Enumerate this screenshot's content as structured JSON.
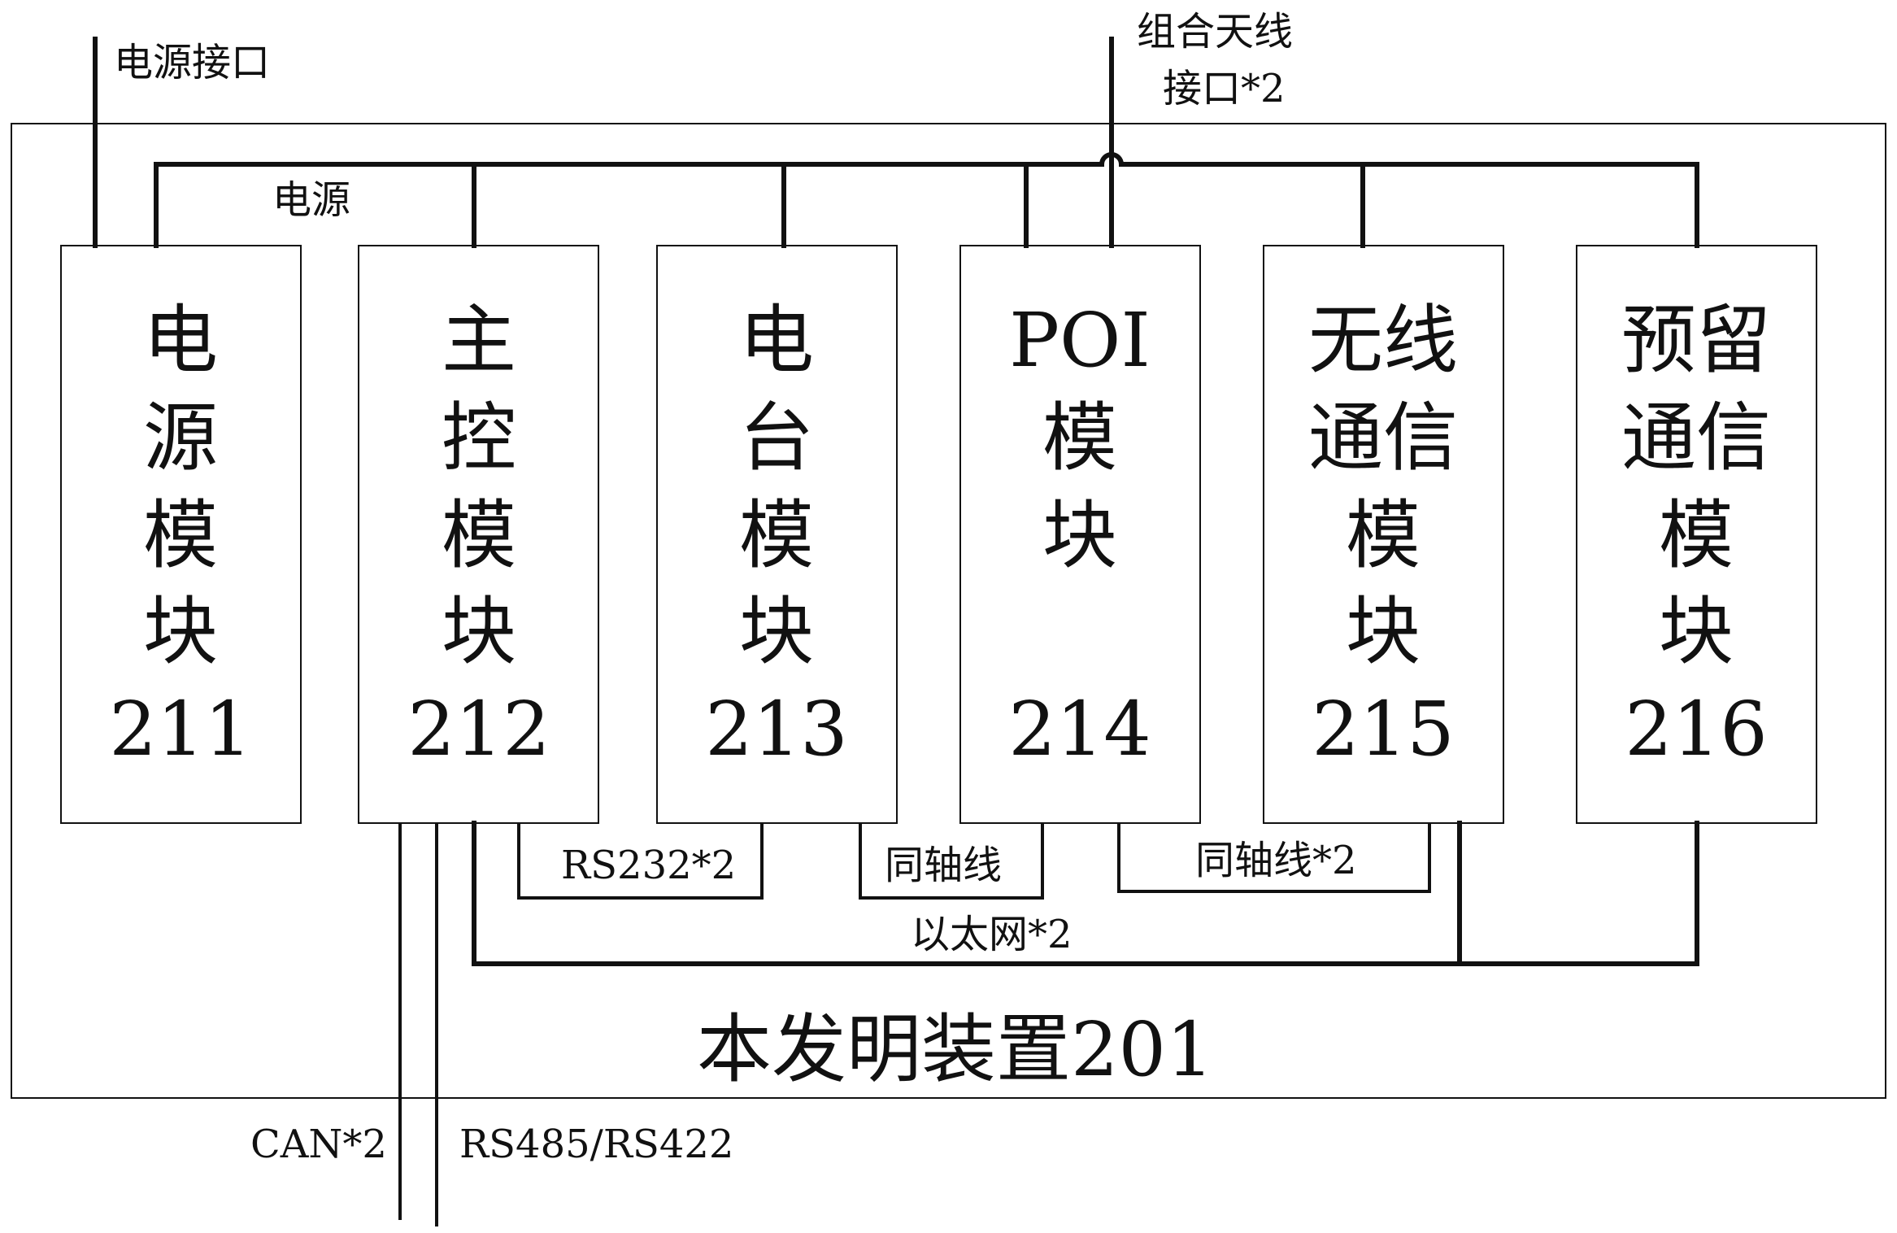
{
  "diagram": {
    "title": "本发明装置201",
    "modules": [
      {
        "id": "211",
        "lines": [
          "电",
          "源",
          "模",
          "块",
          "211"
        ]
      },
      {
        "id": "212",
        "lines": [
          "主",
          "控",
          "模",
          "块",
          "212"
        ]
      },
      {
        "id": "213",
        "lines": [
          "电",
          "台",
          "模",
          "块",
          "213"
        ]
      },
      {
        "id": "214",
        "lines": [
          "POI",
          "模",
          "块",
          "",
          "214"
        ]
      },
      {
        "id": "215",
        "lines": [
          "无线",
          "通信",
          "模",
          "块",
          "215"
        ]
      },
      {
        "id": "216",
        "lines": [
          "预留",
          "通信",
          "模",
          "块",
          "216"
        ]
      }
    ],
    "labels": {
      "power_interface": "电源接口",
      "antenna_interface_line1": "组合天线",
      "antenna_interface_line2": "接口*2",
      "power_bus": "电源",
      "rs232": "RS232*2",
      "coax": "同轴线",
      "coax2": "同轴线*2",
      "ethernet": "以太网*2",
      "can": "CAN*2",
      "rs485": "RS485/RS422"
    }
  }
}
